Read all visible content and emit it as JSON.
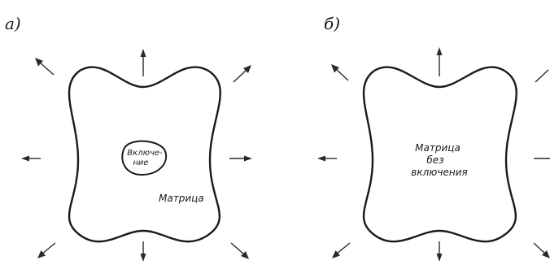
{
  "panels": [
    {
      "label": "а)",
      "inclusion_lines": [
        "Включе-",
        "ние"
      ],
      "matrix_label": "Матрица"
    },
    {
      "label": "б)",
      "matrix_lines": [
        "Матрица",
        "без",
        "включения"
      ]
    }
  ]
}
